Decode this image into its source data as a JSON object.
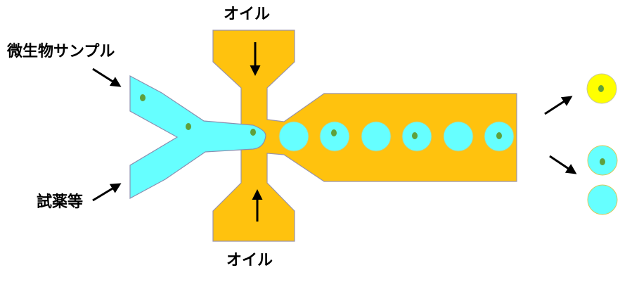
{
  "labels": {
    "oil_top": "オイル",
    "oil_bottom": "オイル",
    "sample": "微生物サンプル",
    "reagent": "試薬等"
  },
  "colors": {
    "oil": "#FFC20E",
    "aqueous": "#66FFFF",
    "cell": "#5FA03C",
    "yellow_droplet": "#FFFF00",
    "outline": "#8A8FB0"
  },
  "icons": {
    "flow_arrow": "arrow-icon",
    "cell": "cell-icon",
    "droplet": "droplet-icon"
  }
}
